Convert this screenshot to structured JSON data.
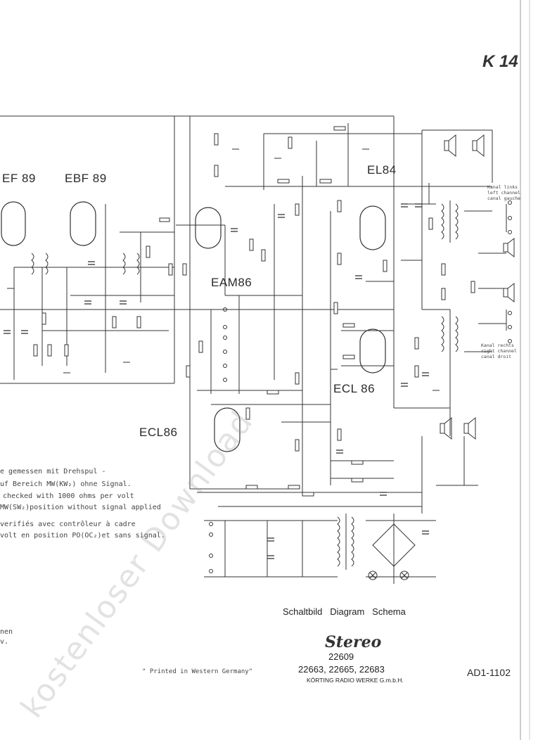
{
  "page_tag": "K 14",
  "tubes": {
    "ef89": "EF 89",
    "ebf89": "EBF 89",
    "eam86": "EAM86",
    "el84": "EL84",
    "ecl86_a": "ECL86",
    "ecl86_b": "ECL 86"
  },
  "side_labels": {
    "left_channel": "Kanal links\nleft channel\ncanal gauche",
    "right_channel": "Kanal rechts\nright channel\ncanal droit"
  },
  "notes": [
    "e gemessen mit Drehspul -",
    "uf Bereich MW(KW₂) ohne Signal.",
    "checked with 1000 ohms per volt",
    "MW(SW₂)position without signal applied",
    "verifiés avec contrôleur à cadre",
    "volt en position PO(OC₂)et sans signal."
  ],
  "left_fragments": [
    "nen",
    "v."
  ],
  "title_block": {
    "heading": "Schaltbild   Diagram   Schema",
    "stereo": "Stereo",
    "model_main": "22609",
    "model_variants": "22663, 22665, 22683",
    "maker": "KÖRTING RADIO WERKE G.m.b.H."
  },
  "printed": "\" Printed in Western Germany\"",
  "doc_number": "AD1-1102",
  "watermark": "kostenloser Download"
}
